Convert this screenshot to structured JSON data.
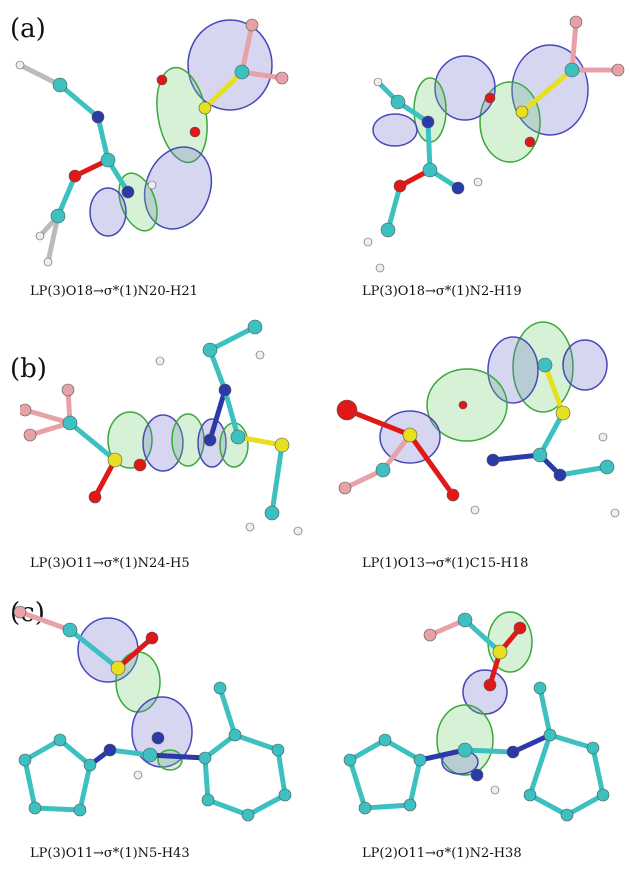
{
  "rows": [
    {
      "tag": "(a)",
      "panels": [
        {
          "caption": "LP(3)O18→σ*(1)N20-H21"
        },
        {
          "caption": "LP(3)O18→σ*(1)N2-H19"
        }
      ]
    },
    {
      "tag": "(b)",
      "panels": [
        {
          "caption": "LP(3)O11→σ*(1)N24-H5"
        },
        {
          "caption": "LP(1)O13→σ*(1)C15-H18"
        }
      ]
    },
    {
      "tag": "(c)",
      "panels": [
        {
          "caption": "LP(3)O11→σ*(1)N5-H43"
        },
        {
          "caption": "LP(2)O11→σ*(1)N2-H38"
        }
      ]
    }
  ],
  "colors": {
    "carbon": "#3cc0c0",
    "nitrogen": "#2a3aa8",
    "oxygen": "#e01818",
    "sulfur": "#e6e020",
    "fluorine": "#e7a2a8",
    "hydrogen": "#eeeeee",
    "orbital_blue": "#5c5cc8",
    "orbital_green": "#5ac85a"
  }
}
